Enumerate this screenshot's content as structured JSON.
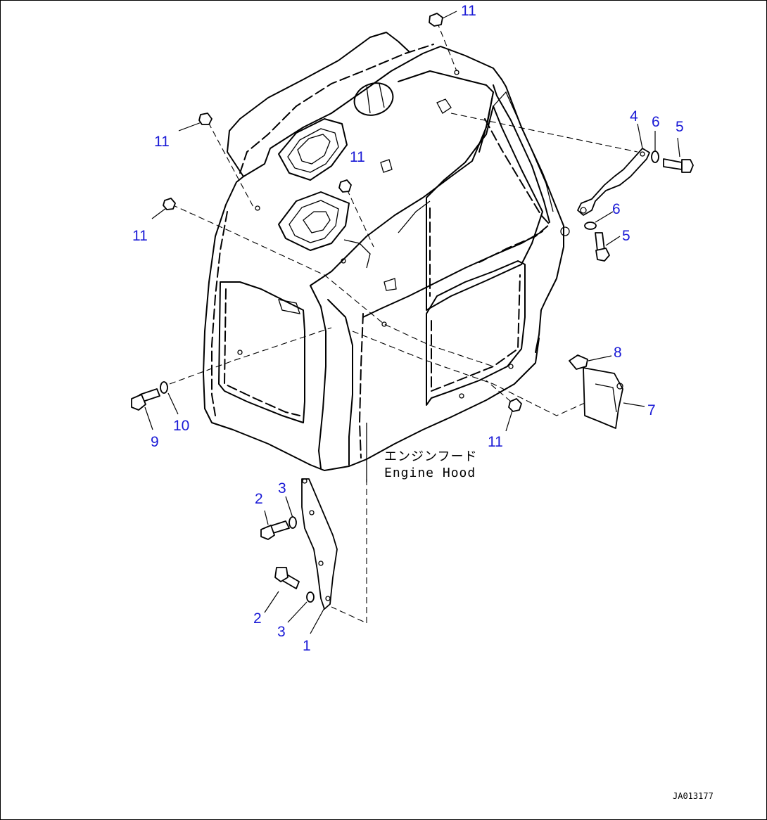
{
  "callouts": {
    "c11_top": "11",
    "c11_left_upper": "11",
    "c11_center": "11",
    "c11_left_lower": "11",
    "c11_bottom": "11",
    "c4": "4",
    "c6_upper": "6",
    "c5_upper": "5",
    "c6_lower": "6",
    "c5_lower": "5",
    "c8": "8",
    "c7": "7",
    "c9": "9",
    "c10": "10",
    "c2_upper": "2",
    "c3_upper": "3",
    "c2_lower": "2",
    "c3_lower": "3",
    "c1": "1"
  },
  "hood_label": {
    "japanese": "エンジンフード",
    "english": "Engine Hood"
  },
  "drawing_number": "JA013177",
  "colors": {
    "callout": "#1a1ad6",
    "line": "#000000",
    "background": "#ffffff"
  }
}
